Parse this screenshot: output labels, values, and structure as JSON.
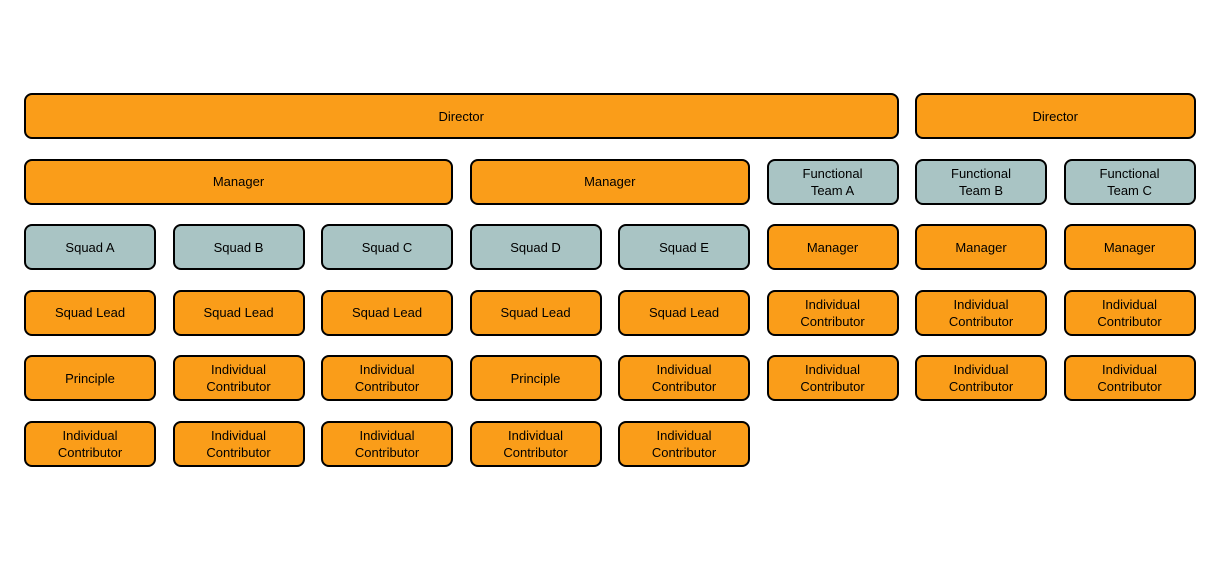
{
  "diagram": {
    "type": "org-chart",
    "background": "#ffffff",
    "node_colors": {
      "orange": "#FA9D19",
      "teal": "#A9C4C4",
      "border": "#000000",
      "text": "#000000"
    },
    "rows": [
      {
        "cells": [
          {
            "label": "Director",
            "color": "orange",
            "col": 1,
            "span": 6
          },
          {
            "label": "Director",
            "color": "orange",
            "col": 7,
            "span": 2
          }
        ]
      },
      {
        "cells": [
          {
            "label": "Manager",
            "color": "orange",
            "col": 1,
            "span": 3
          },
          {
            "label": "Manager",
            "color": "orange",
            "col": 4,
            "span": 2
          },
          {
            "label": "Functional\nTeam A",
            "color": "teal",
            "col": 6,
            "span": 1
          },
          {
            "label": "Functional\nTeam B",
            "color": "teal",
            "col": 7,
            "span": 1
          },
          {
            "label": "Functional\nTeam C",
            "color": "teal",
            "col": 8,
            "span": 1
          }
        ]
      },
      {
        "cells": [
          {
            "label": "Squad A",
            "color": "teal",
            "col": 1,
            "span": 1
          },
          {
            "label": "Squad B",
            "color": "teal",
            "col": 2,
            "span": 1
          },
          {
            "label": "Squad C",
            "color": "teal",
            "col": 3,
            "span": 1
          },
          {
            "label": "Squad D",
            "color": "teal",
            "col": 4,
            "span": 1
          },
          {
            "label": "Squad E",
            "color": "teal",
            "col": 5,
            "span": 1
          },
          {
            "label": "Manager",
            "color": "orange",
            "col": 6,
            "span": 1
          },
          {
            "label": "Manager",
            "color": "orange",
            "col": 7,
            "span": 1
          },
          {
            "label": "Manager",
            "color": "orange",
            "col": 8,
            "span": 1
          }
        ]
      },
      {
        "cells": [
          {
            "label": "Squad Lead",
            "color": "orange",
            "col": 1,
            "span": 1
          },
          {
            "label": "Squad Lead",
            "color": "orange",
            "col": 2,
            "span": 1
          },
          {
            "label": "Squad Lead",
            "color": "orange",
            "col": 3,
            "span": 1
          },
          {
            "label": "Squad Lead",
            "color": "orange",
            "col": 4,
            "span": 1
          },
          {
            "label": "Squad Lead",
            "color": "orange",
            "col": 5,
            "span": 1
          },
          {
            "label": "Individual\nContributor",
            "color": "orange",
            "col": 6,
            "span": 1
          },
          {
            "label": "Individual\nContributor",
            "color": "orange",
            "col": 7,
            "span": 1
          },
          {
            "label": "Individual\nContributor",
            "color": "orange",
            "col": 8,
            "span": 1
          }
        ]
      },
      {
        "cells": [
          {
            "label": "Principle",
            "color": "orange",
            "col": 1,
            "span": 1
          },
          {
            "label": "Individual\nContributor",
            "color": "orange",
            "col": 2,
            "span": 1
          },
          {
            "label": "Individual\nContributor",
            "color": "orange",
            "col": 3,
            "span": 1
          },
          {
            "label": "Principle",
            "color": "orange",
            "col": 4,
            "span": 1
          },
          {
            "label": "Individual\nContributor",
            "color": "orange",
            "col": 5,
            "span": 1
          },
          {
            "label": "Individual\nContributor",
            "color": "orange",
            "col": 6,
            "span": 1
          },
          {
            "label": "Individual\nContributor",
            "color": "orange",
            "col": 7,
            "span": 1
          },
          {
            "label": "Individual\nContributor",
            "color": "orange",
            "col": 8,
            "span": 1
          }
        ]
      },
      {
        "cells": [
          {
            "label": "Individual\nContributor",
            "color": "orange",
            "col": 1,
            "span": 1
          },
          {
            "label": "Individual\nContributor",
            "color": "orange",
            "col": 2,
            "span": 1
          },
          {
            "label": "Individual\nContributor",
            "color": "orange",
            "col": 3,
            "span": 1
          },
          {
            "label": "Individual\nContributor",
            "color": "orange",
            "col": 4,
            "span": 1
          },
          {
            "label": "Individual\nContributor",
            "color": "orange",
            "col": 5,
            "span": 1
          }
        ]
      }
    ]
  }
}
